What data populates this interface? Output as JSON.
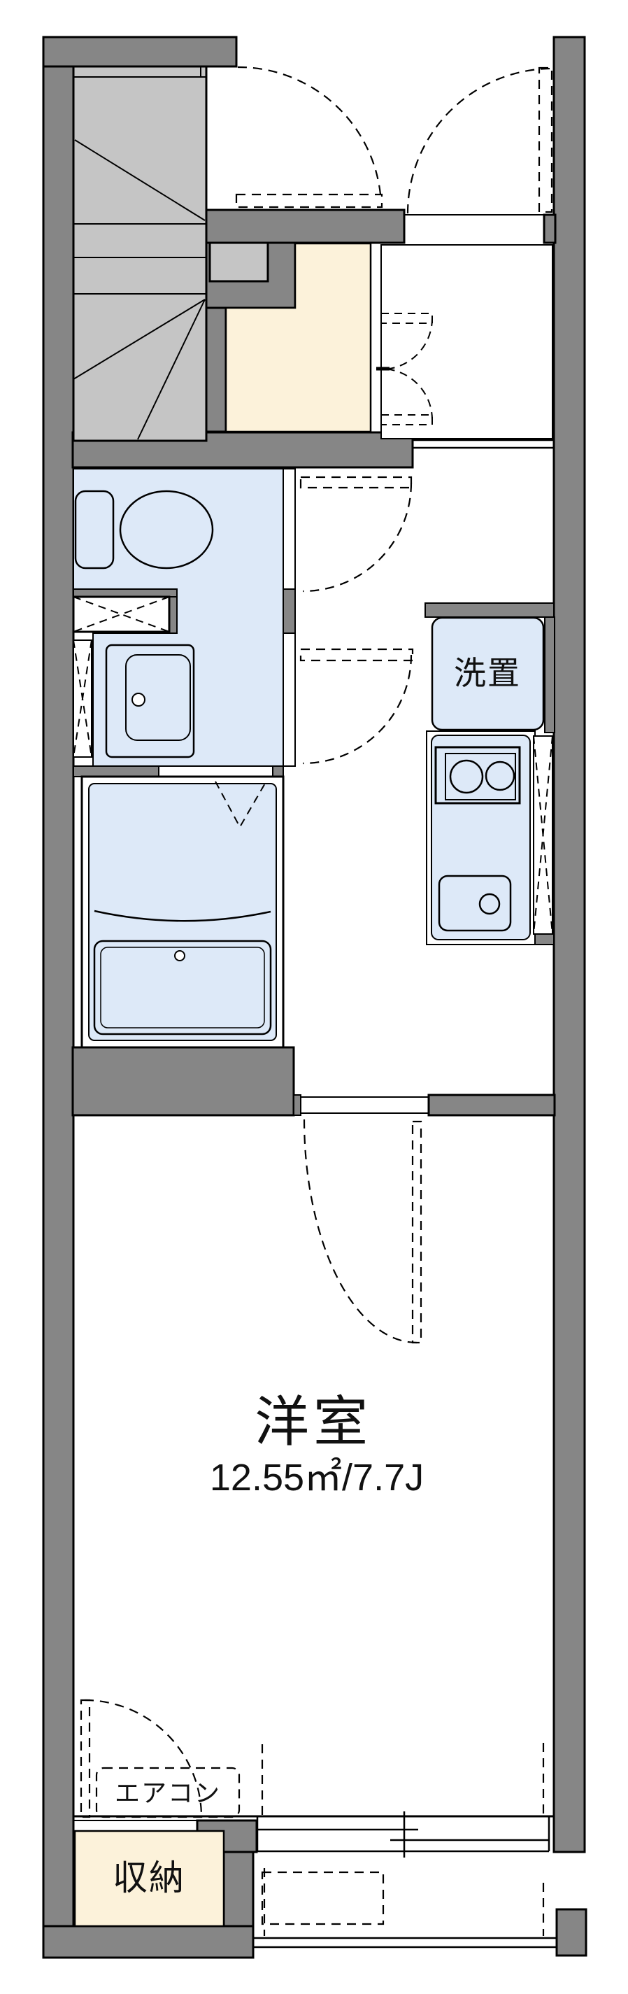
{
  "plan_type": "apartment-floor-plan",
  "rooms": {
    "western": {
      "label": "洋室",
      "area": "12.55㎡/7.7J"
    },
    "storage": {
      "label": "収納"
    }
  },
  "fixtures": {
    "laundry": {
      "label": "洗置"
    },
    "aircon": {
      "label": "エアコン"
    }
  },
  "colors": {
    "wall": "#868686",
    "stair": "#c5c5c5",
    "cream": "#fcf2da",
    "blue": "#dde9f8",
    "line": "#000000",
    "bg": "#ffffff"
  }
}
